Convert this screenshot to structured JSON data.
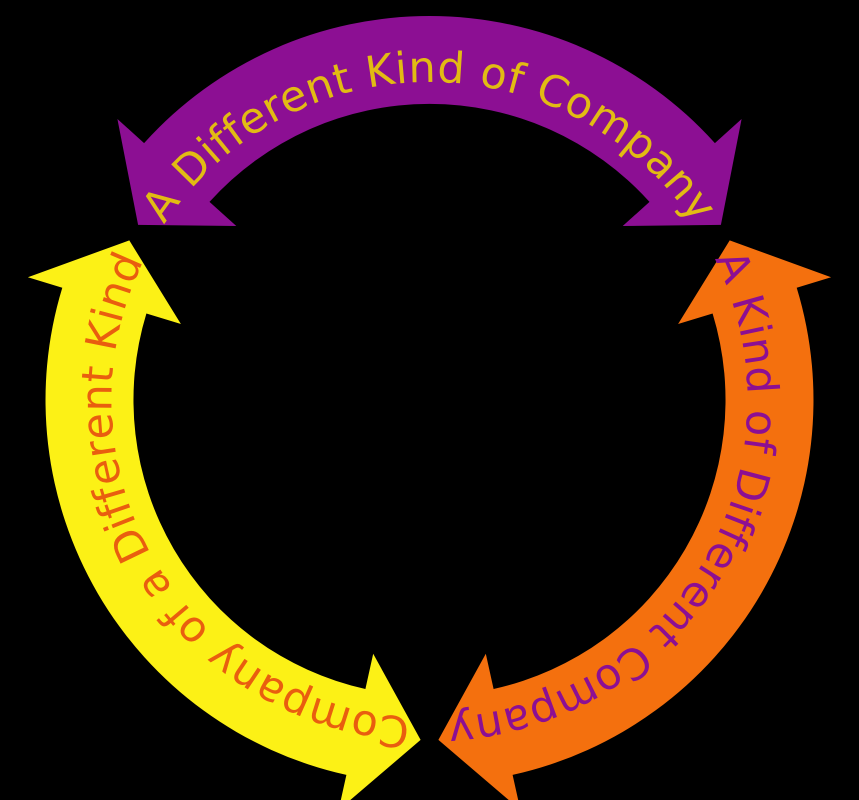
{
  "background_color": "#000000",
  "diagram": {
    "title": "cycle-of-three-arrows",
    "arrows": [
      {
        "position": "top",
        "label": "A Different Kind of Company",
        "arrow_color": "#8c0f93",
        "text_color": "#e2bb13"
      },
      {
        "position": "right",
        "label": "A Kind of Different Company",
        "arrow_color": "#f4700e",
        "text_color": "#8c0f93"
      },
      {
        "position": "left",
        "label": "Company of a Different Kind",
        "arrow_color": "#fcf116",
        "text_color": "#e95e0f"
      }
    ]
  }
}
